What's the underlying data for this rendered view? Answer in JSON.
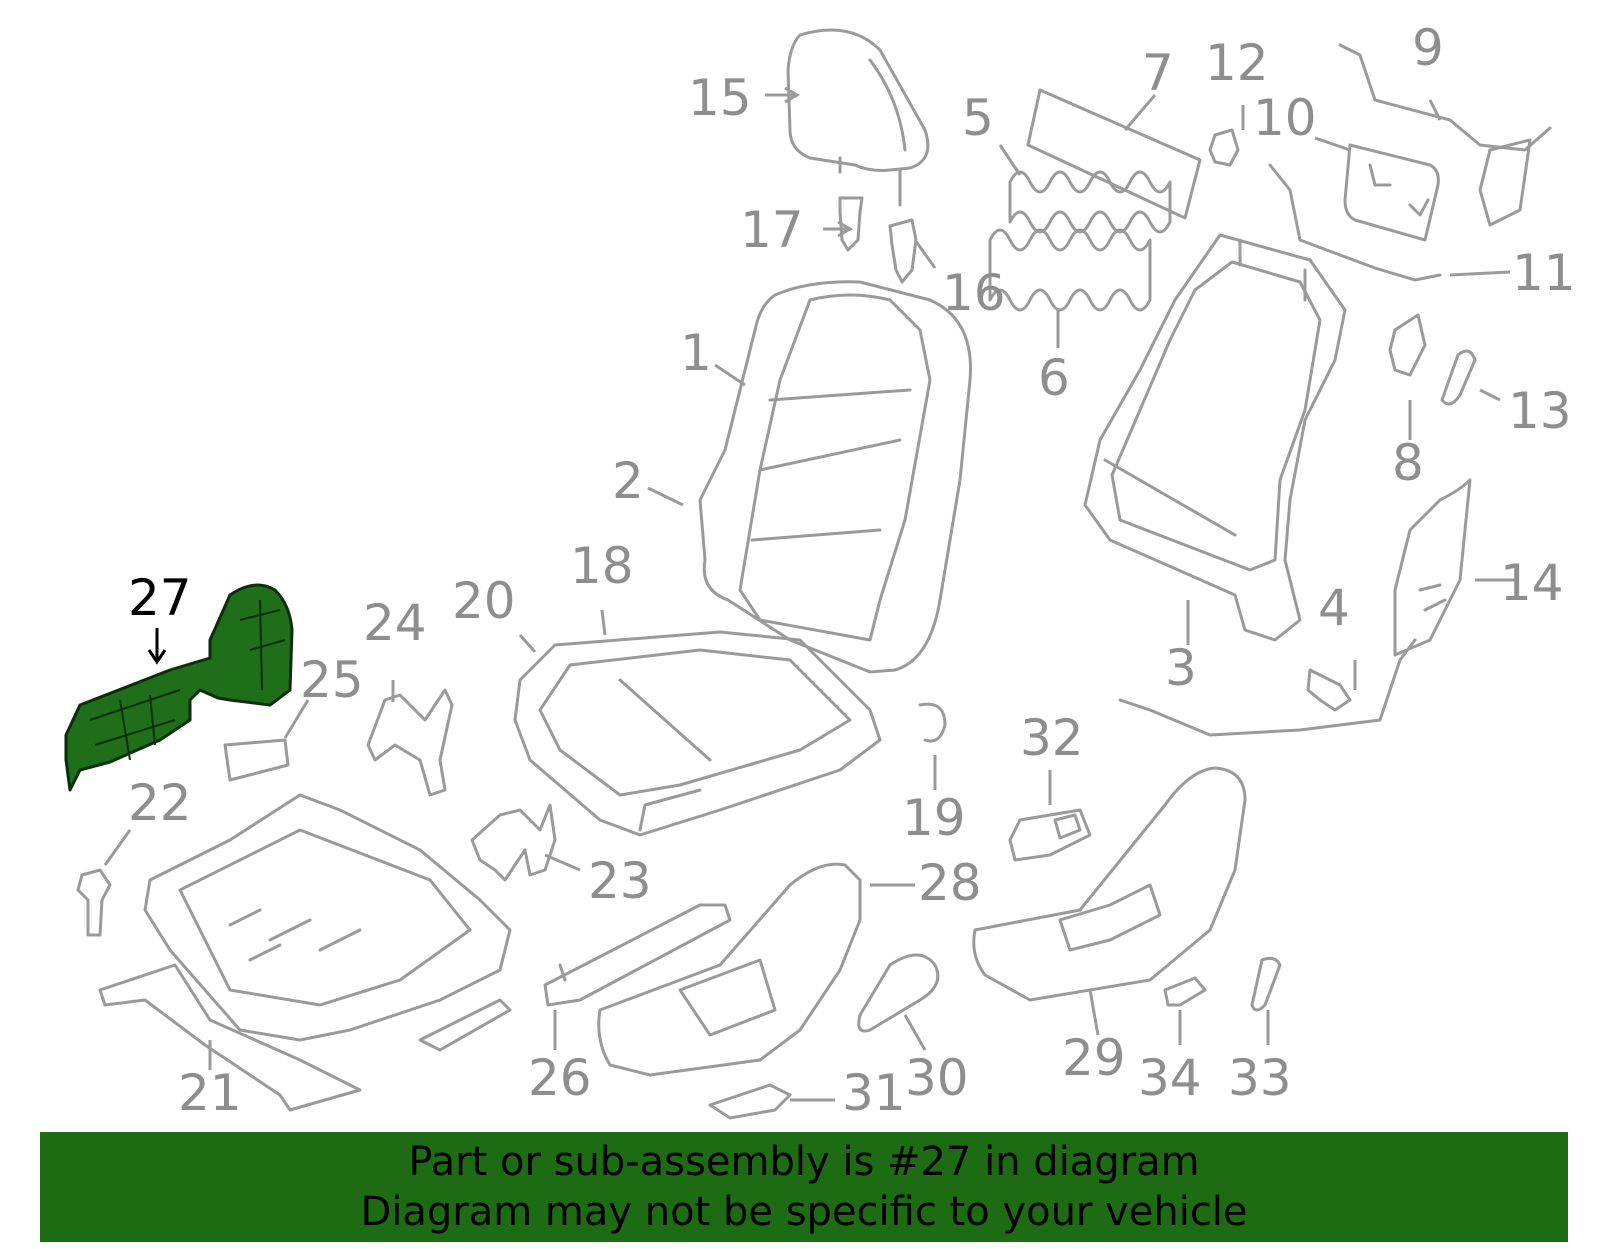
{
  "diagram": {
    "highlight_color": "#1e6e1a",
    "part_color": "#9a9a9a",
    "callouts": {
      "c1": "1",
      "c2": "2",
      "c3": "3",
      "c4": "4",
      "c5": "5",
      "c6": "6",
      "c7": "7",
      "c8": "8",
      "c9": "9",
      "c10": "10",
      "c11": "11",
      "c12": "12",
      "c13": "13",
      "c14": "14",
      "c15": "15",
      "c16": "16",
      "c17": "17",
      "c18": "18",
      "c19": "19",
      "c20": "20",
      "c21": "21",
      "c22": "22",
      "c23": "23",
      "c24": "24",
      "c25": "25",
      "c26": "26",
      "c27": "27",
      "c28": "28",
      "c29": "29",
      "c30": "30",
      "c31": "31",
      "c32": "32",
      "c33": "33",
      "c34": "34"
    },
    "highlighted": "c27"
  },
  "banner": {
    "color": "#1d6b12",
    "line1": "Part or sub-assembly is #27 in diagram",
    "line2": "Diagram may not be specific to your vehicle"
  }
}
